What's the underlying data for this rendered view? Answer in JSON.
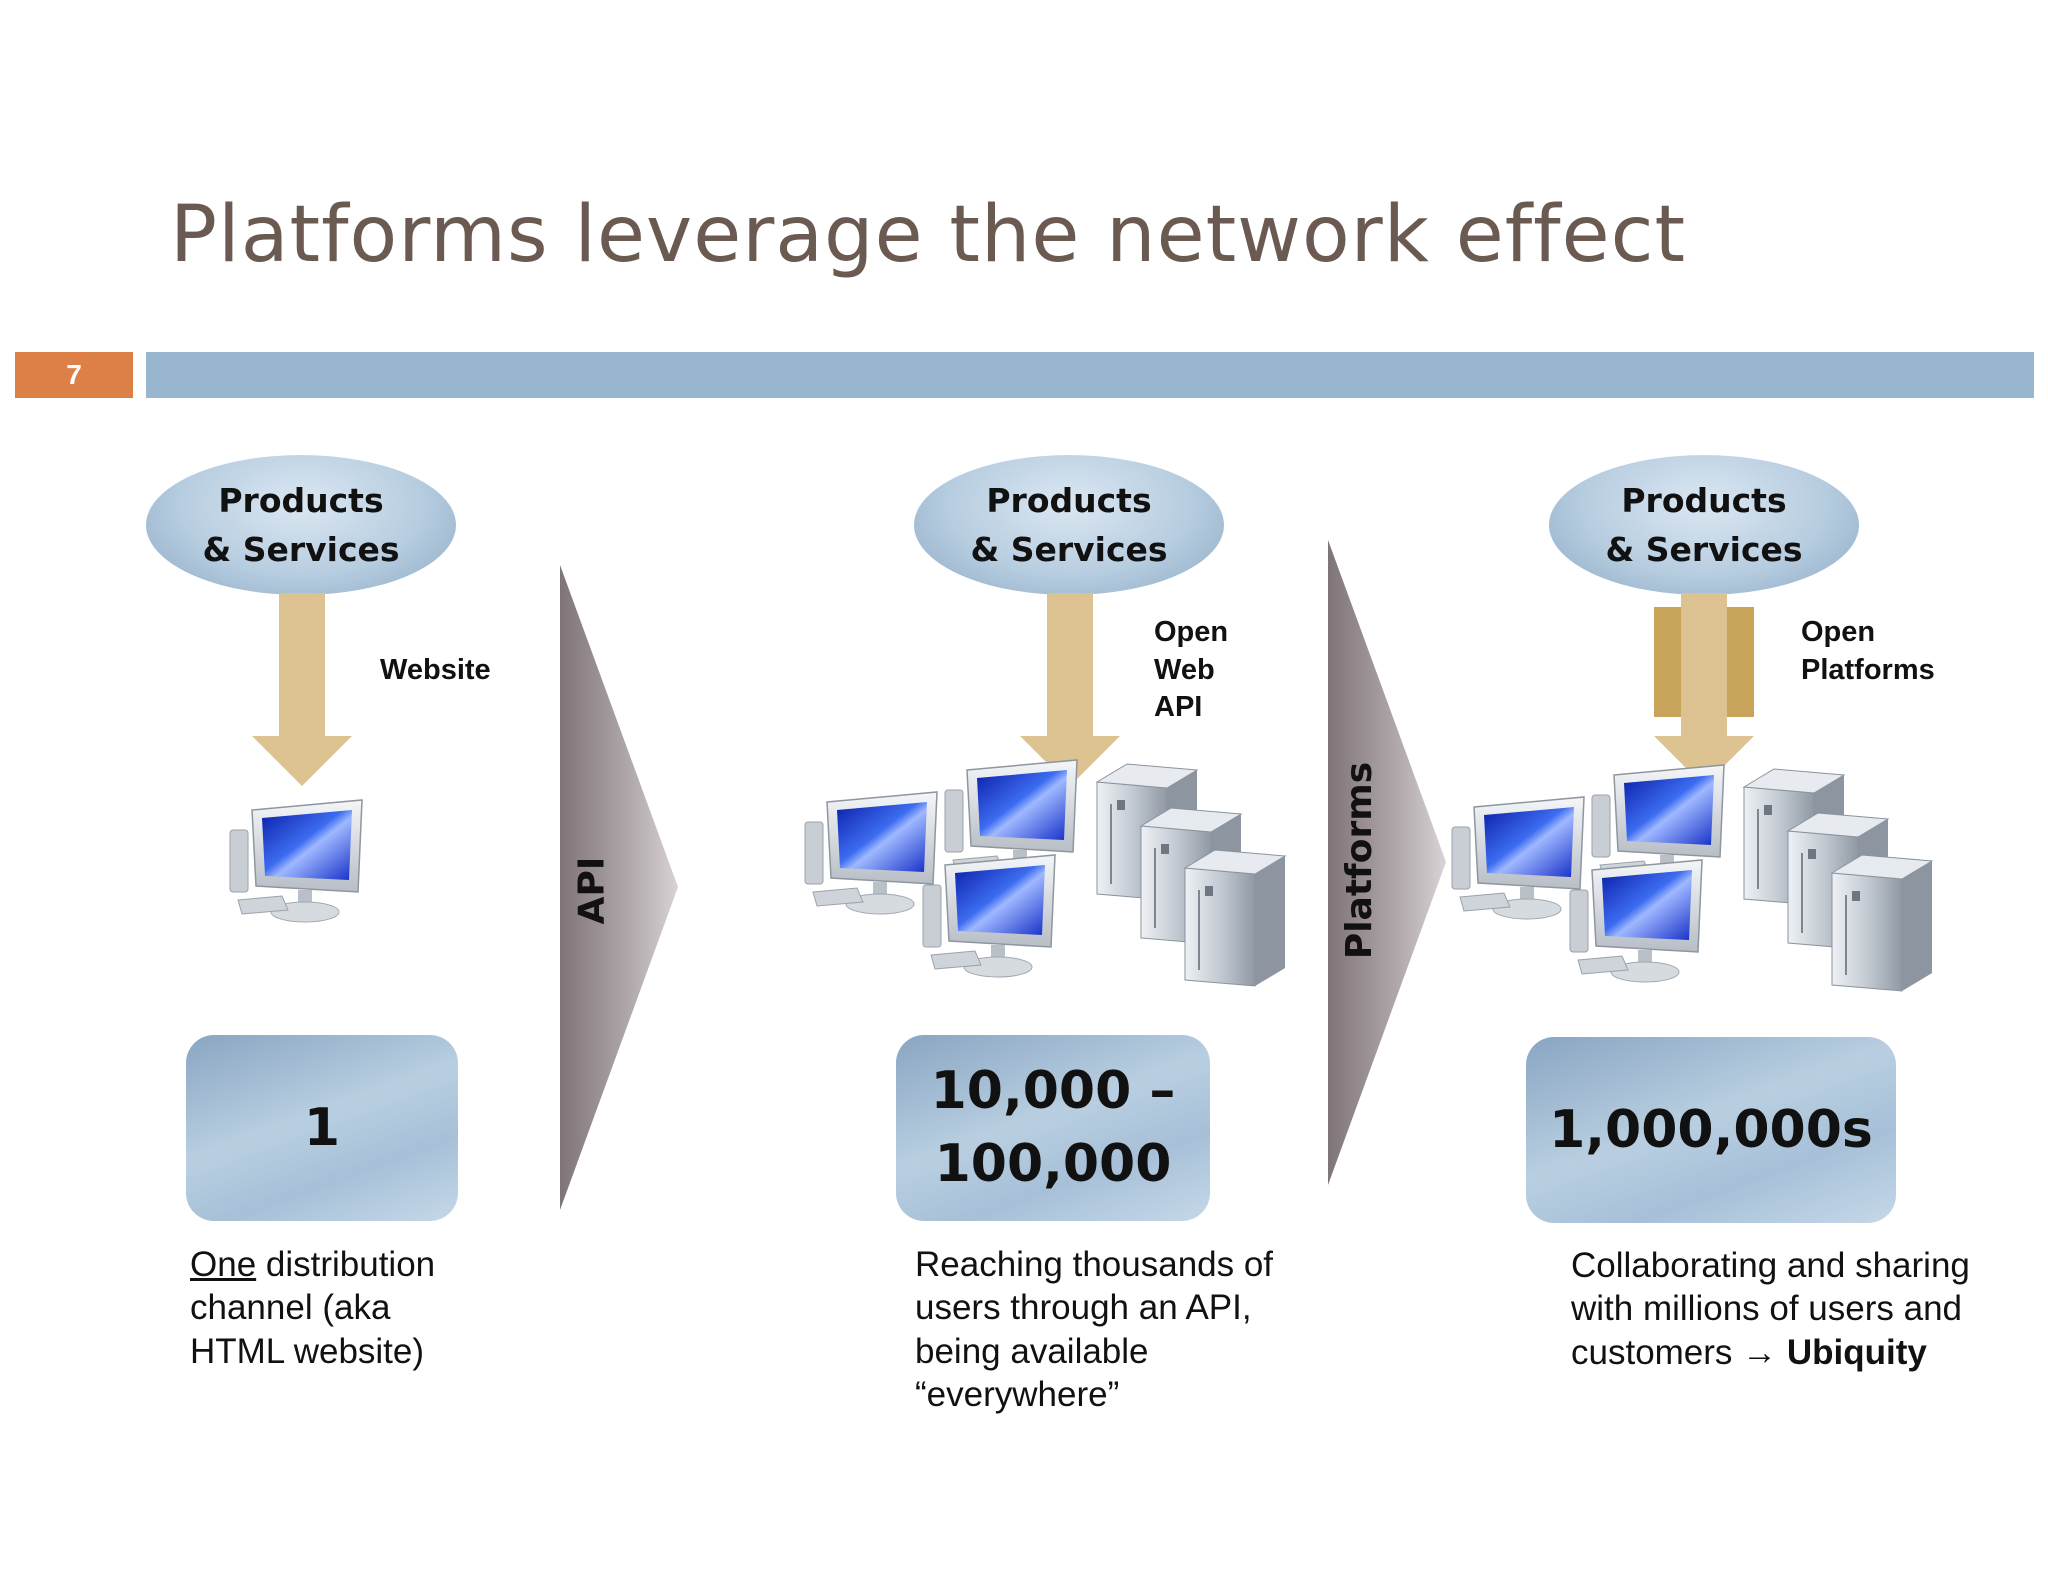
{
  "slide": {
    "title": "Platforms leverage the network effect",
    "number": "7"
  },
  "colors": {
    "title_bar": "#98b6d0",
    "slide_number_bg": "#dd8047",
    "arrow": "#dcc391",
    "arrow_dark": "#c9a55c",
    "chevron": "#9e9598"
  },
  "stages": [
    {
      "top_label_line1": "Products",
      "top_label_line2": "& Services",
      "channel_label": "Website",
      "count": "1",
      "description_emphasis": "One",
      "description_rest": " distribution channel (aka HTML website)"
    },
    {
      "top_label_line1": "Products",
      "top_label_line2": "& Services",
      "channel_label_line1": "Open",
      "channel_label_line2": "Web",
      "channel_label_line3": "API",
      "count_line1": "10,000 –",
      "count_line2": "100,000",
      "description": "Reaching thousands of users through an API, being available “everywhere”"
    },
    {
      "top_label_line1": "Products",
      "top_label_line2": "& Services",
      "channel_label_line1": "Open",
      "channel_label_line2": "Platforms",
      "count": "1,000,000s",
      "description_start": "Collaborating and sharing with millions of users and customers ",
      "description_arrow": "→",
      "description_emphasis": "Ubiquity"
    }
  ],
  "transitions": [
    {
      "label": "API"
    },
    {
      "label": "Platforms"
    }
  ],
  "icons": {
    "computer": "desktop-computer-icon",
    "server": "server-tower-icon"
  }
}
